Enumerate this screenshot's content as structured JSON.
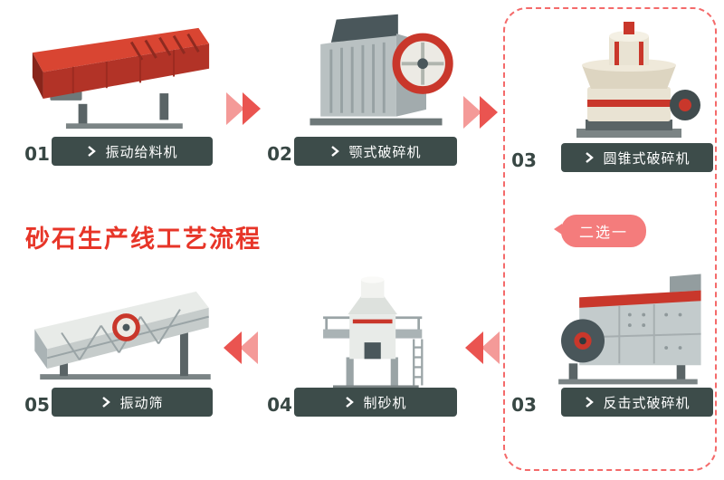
{
  "title": "砂石生产线工艺流程",
  "choice_label": "二选一",
  "steps": {
    "feeder": {
      "num": "01",
      "label": "振动给料机"
    },
    "jaw": {
      "num": "02",
      "label": "颚式破碎机"
    },
    "cone": {
      "num": "03",
      "label": "圆锥式破碎机"
    },
    "impact": {
      "num": "03",
      "label": "反击式破碎机"
    },
    "sand": {
      "num": "04",
      "label": "制砂机"
    },
    "screen": {
      "num": "05",
      "label": "振动筛"
    }
  },
  "icons": {
    "pill_arrow": "chevron-right",
    "flow_forward": "double-triangle-right",
    "flow_backward": "double-triangle-left"
  },
  "colors": {
    "title_red": "#e73528",
    "pill_bg": "#3d4c4a",
    "arrow_light": "#f49a98",
    "arrow_dark": "#ea5450",
    "bubble_bg": "#f47c7c",
    "dashed_border": "#f46a6a",
    "machine_red": "#c9372b"
  }
}
